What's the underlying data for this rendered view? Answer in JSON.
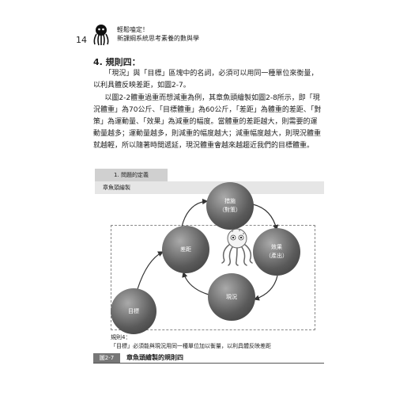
{
  "header": {
    "page_number": "14",
    "series_title": "輕鬆嗑定！",
    "book_title": "新課綱系統思考素養的數與學"
  },
  "section": {
    "title": "4. 規則四：",
    "paragraphs": [
      "「現況」與「目標」區塊中的名詞，必須可以用同一種單位來衡量，以利具體反映差距，如圖2-7。",
      "以圖2-2體重過重而想減重為例，其章魚頭繪製如圖2-8所示，即「現況體重」為70公斤、「目標體重」為60公斤，「差距」為體重的差距、「對策」為運動量、「效果」為減重的幅度。當體重的差距越大，則需要的運動量越多；運動量越多，則減重的幅度越大；減重幅度越大，則現況體重就越輕，所以隨著時間遞延，現況體重會越來越趨近我們的目標體重。"
    ]
  },
  "card": {
    "title": "1. 問題的定義",
    "body": "章魚頭繪製"
  },
  "diagram": {
    "nodes": {
      "measures": [
        "措施",
        "（對策）"
      ],
      "effect": [
        "效果",
        "（產出）"
      ],
      "current": "現況",
      "gap": "差距",
      "target": "目標"
    }
  },
  "caption": {
    "label": "規則4：",
    "text": "「目標」必須能與現況用同一種單位加以衡量，以利具體反映差距"
  },
  "figure": {
    "tag": "圖2-7",
    "title": "章魚頭繪製的規則四"
  }
}
